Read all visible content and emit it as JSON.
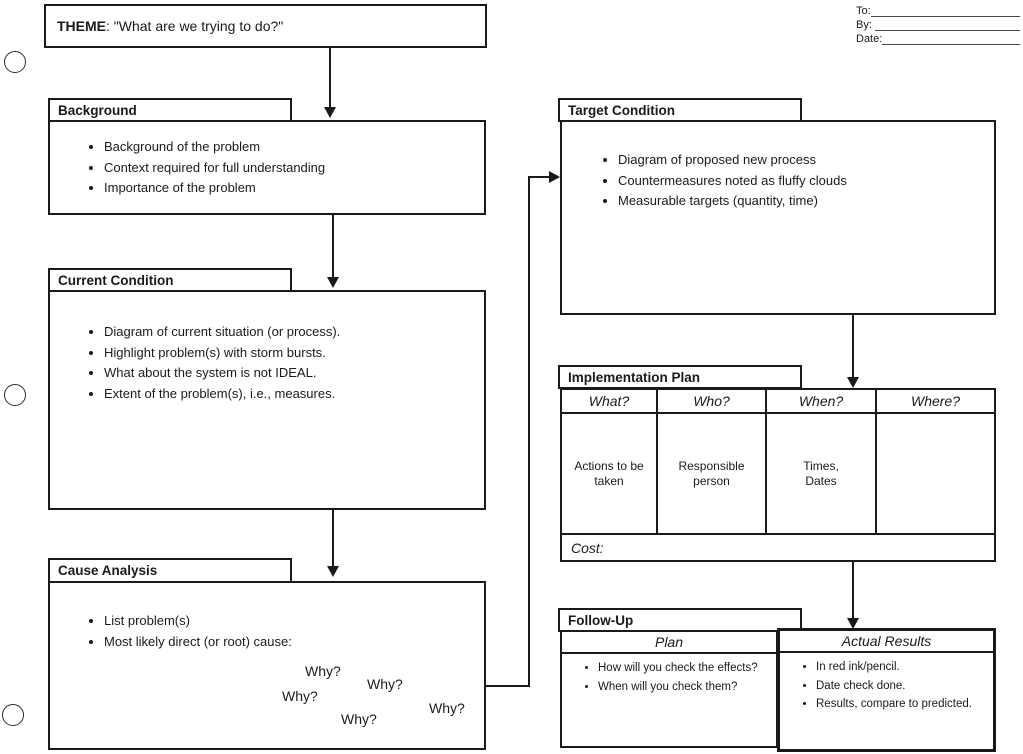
{
  "colors": {
    "ink": "#1a1a1a",
    "paper": "#ffffff"
  },
  "recipient_block": {
    "fields": [
      {
        "label": "To:"
      },
      {
        "label": "By: "
      },
      {
        "label": "Date:"
      }
    ]
  },
  "theme": {
    "label": "THEME",
    "text": ": \"What are we trying to do?\""
  },
  "background": {
    "title": "Background",
    "bullets": [
      "Background of the problem",
      "Context required for full understanding",
      "Importance of the problem"
    ]
  },
  "current_condition": {
    "title": "Current Condition",
    "bullets": [
      "Diagram of current situation (or process).",
      "Highlight problem(s) with storm bursts.",
      "What about the system is not IDEAL.",
      "Extent of the problem(s), i.e., measures."
    ]
  },
  "cause_analysis": {
    "title": "Cause Analysis",
    "bullets": [
      "List problem(s)",
      "Most likely direct (or root) cause:"
    ],
    "whys": [
      "Why?",
      "Why?",
      "Why?",
      "Why?",
      "Why?"
    ]
  },
  "target_condition": {
    "title": "Target Condition",
    "bullets": [
      "Diagram of proposed new process",
      "Countermeasures noted as fluffy clouds",
      "Measurable targets (quantity, time)"
    ]
  },
  "implementation_plan": {
    "title": "Implementation Plan",
    "columns": [
      "What?",
      "Who?",
      "When?",
      "Where?"
    ],
    "row": [
      "Actions to be taken",
      "Responsible person",
      "Times, Dates",
      ""
    ],
    "cost_label": "Cost:"
  },
  "follow_up": {
    "title": "Follow-Up",
    "plan": {
      "header": "Plan",
      "bullets": [
        "How will you check the effects?",
        "When will you check them?"
      ]
    },
    "actual_results": {
      "header": "Actual Results",
      "bullets": [
        "In red ink/pencil.",
        "Date check done.",
        "Results, compare to predicted."
      ]
    }
  }
}
